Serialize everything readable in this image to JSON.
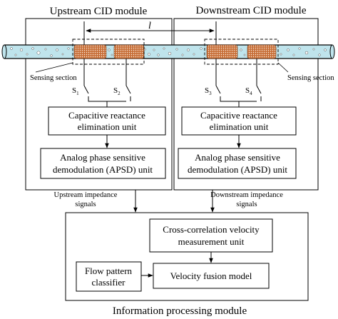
{
  "modules": {
    "upstream_title": "Upstream CID module",
    "downstream_title": "Downstream CID module",
    "info_title": "Information processing module"
  },
  "distance_label": "l",
  "sensing": {
    "left_label": "Sensing section",
    "right_label": "Sensing section"
  },
  "switches": {
    "s1": {
      "base": "S",
      "sub": "1"
    },
    "s2": {
      "base": "S",
      "sub": "2"
    },
    "s3": {
      "base": "S",
      "sub": "3"
    },
    "s4": {
      "base": "S",
      "sub": "4"
    }
  },
  "units": {
    "cap_left": {
      "line1": "Capacitive reactance",
      "line2": "elimination unit"
    },
    "cap_right": {
      "line1": "Capacitive reactance",
      "line2": "elimination unit"
    },
    "apsd_left": {
      "line1": "Analog phase sensitive",
      "line2": "demodulation (APSD) unit"
    },
    "apsd_right": {
      "line1": "Analog phase sensitive",
      "line2": "demodulation (APSD) unit"
    },
    "xcorr": {
      "line1": "Cross-correlation velocity",
      "line2": "measurement unit"
    },
    "fpc": {
      "line1": "Flow pattern",
      "line2": "classifier"
    },
    "vfm": {
      "line1": "Velocity fusion model"
    }
  },
  "signals": {
    "upstream": {
      "line1": "Upstream impedance",
      "line2": "signals"
    },
    "downstream": {
      "line1": "Downstream impedance",
      "line2": "signals"
    }
  },
  "colors": {
    "pipe_fill": "#bfe4ec",
    "electrode": "#c8703a",
    "line": "#000000"
  }
}
